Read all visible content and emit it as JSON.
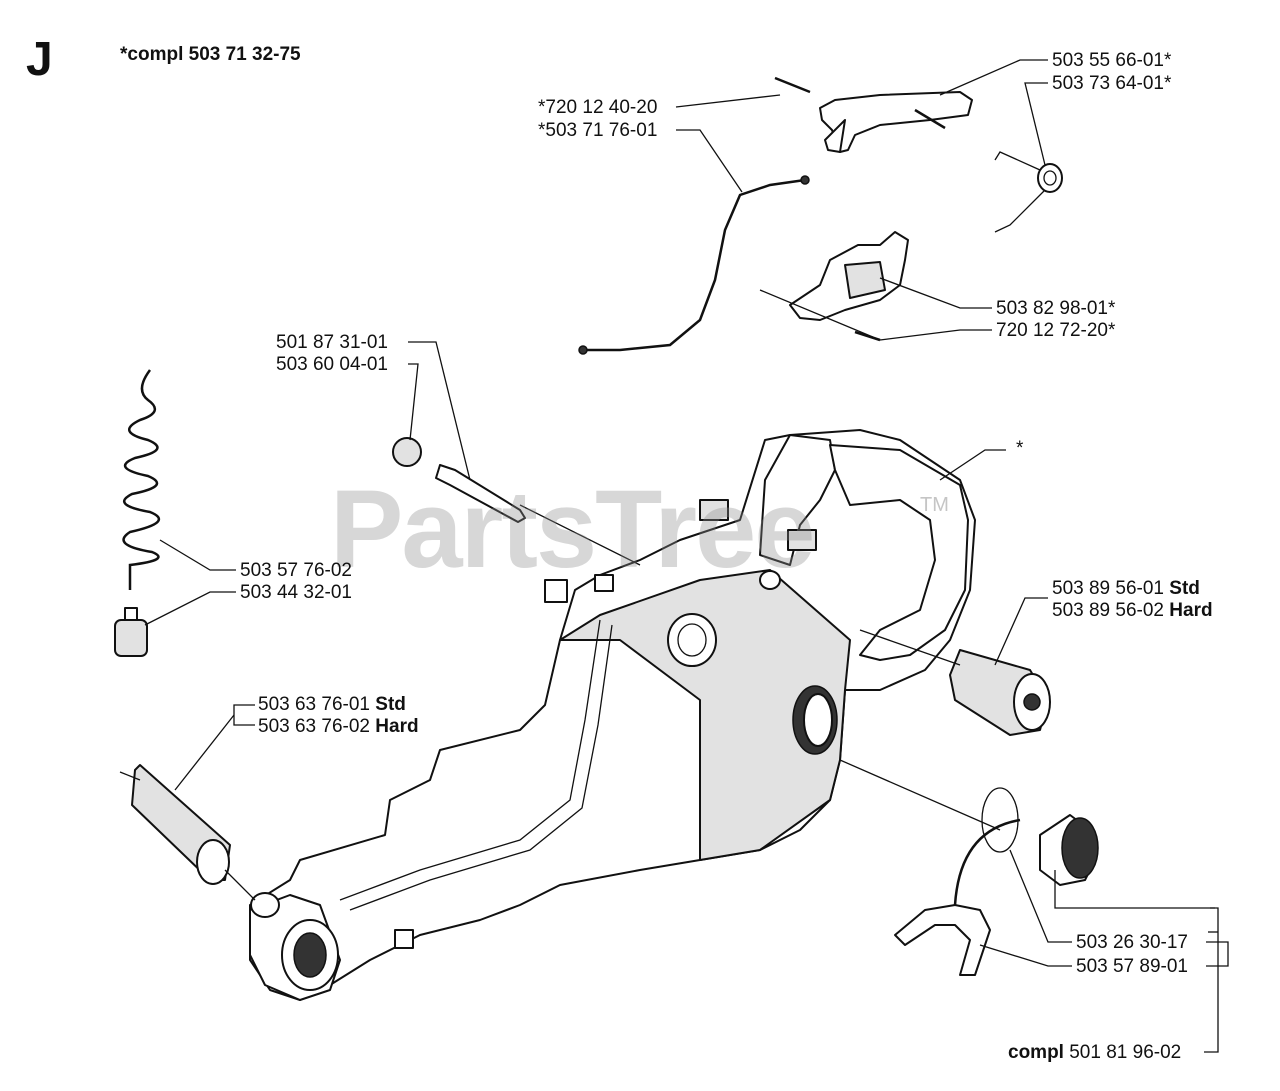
{
  "section_letter": "J",
  "assembly_title": "*compl 503 71 32-75",
  "watermark": "PartsTree",
  "trademark": "TM",
  "callouts": {
    "pin_top": "*720 12 40-20",
    "throttle_cable": "*503 71 76-01",
    "throttle_trigger": "503 55 66-01*",
    "trigger_spring": "503 73 64-01*",
    "throttle_lockout": "503 82 98-01*",
    "pin_lockout": "720 12 72-20*",
    "vent_valve": "501 87 31-01",
    "vent_filter": "503 60 04-01",
    "fuel_hose": "503 57 76-02",
    "fuel_filter": "503 44 32-01",
    "handle_housing": "*",
    "rear_dampener_std_num": "503 89 56-01",
    "rear_dampener_std_tag": "Std",
    "rear_dampener_hard_num": "503 89 56-02",
    "rear_dampener_hard_tag": "Hard",
    "front_dampener_std_num": "503 63 76-01",
    "front_dampener_std_tag": "Std",
    "front_dampener_hard_num": "503 63 76-02",
    "front_dampener_hard_tag": "Hard",
    "oring": "503 26 30-17",
    "strap": "503 57 89-01",
    "cap_compl_prefix": "compl",
    "cap_compl_num": "501 81 96-02"
  }
}
